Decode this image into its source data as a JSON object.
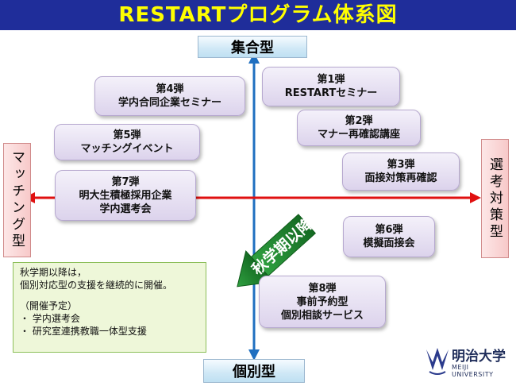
{
  "title": "RESTARTプログラム体系図",
  "axes": {
    "top": "集合型",
    "bottom": "個別型",
    "left": "マッチング型",
    "right": "選考対策型"
  },
  "boxes": {
    "b1": {
      "line1": "第1弾",
      "line2": "RESTARTセミナー"
    },
    "b2": {
      "line1": "第2弾",
      "line2": "マナー再確認講座"
    },
    "b3": {
      "line1": "第3弾",
      "line2": "面接対策再確認"
    },
    "b4": {
      "line1": "第4弾",
      "line2": "学内合同企業セミナー"
    },
    "b5": {
      "line1": "第5弾",
      "line2": "マッチングイベント"
    },
    "b6": {
      "line1": "第6弾",
      "line2": "模擬面接会"
    },
    "b7": {
      "line1": "第7弾",
      "line2": "明大生積極採用企業",
      "line3": "学内選考会"
    },
    "b8": {
      "line1": "第8弾",
      "line2": "事前予約型",
      "line3": "個別相談サービス"
    }
  },
  "arrow_label": "秋学期以降",
  "note": {
    "line1": "秋学期以降は，",
    "line2": "個別対応型の支援を継続的に開催。",
    "line3": "（開催予定）",
    "line4": "・ 学内選考会",
    "line5": "・ 研究室連携教職一体型支援"
  },
  "brand": {
    "name_jp": "明治大学",
    "name_en": "MEIJI UNIVERSITY"
  },
  "colors": {
    "title_bg": "#1f2d9a",
    "title_text": "#ffff00",
    "vertical_axis": "#1f6fc0",
    "horizontal_axis": "#e01010",
    "arrow_green": "#1f8a2e"
  }
}
